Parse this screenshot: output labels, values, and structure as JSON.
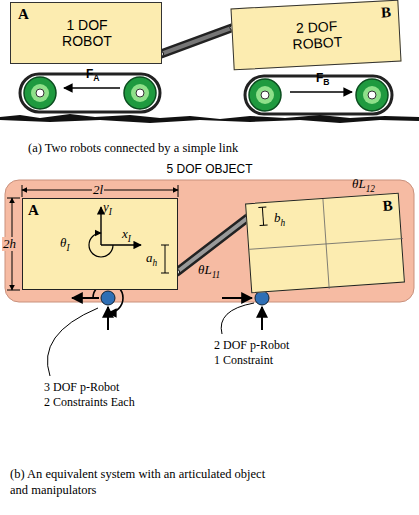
{
  "diagram": {
    "nodes": [
      {
        "text": [
          "A",
          "1 DOF ROBOT"
        ]
      },
      {
        "text": [
          "2 DOF ROBOT",
          "B"
        ]
      },
      {
        "text": [
          "5 DOF OBJECT"
        ]
      },
      {
        "text": [
          "A"
        ],
        "in": 2
      },
      {
        "text": [
          "B"
        ],
        "in": 2
      }
    ],
    "edges": [
      {
        "from": 0,
        "to": 1,
        "arrow": "none"
      },
      {
        "from": 3,
        "to": 4,
        "arrow": "none"
      }
    ],
    "labels": [
      "FA",
      "FB",
      "(a) Two robots connected by a simple link",
      "2l",
      "2h",
      "yI",
      "xI",
      "θI",
      "ah",
      "θL12",
      "θL11",
      "bh",
      "3 DOF p-Robot",
      "2 Constraints Each",
      "2 DOF p-Robot",
      "1 Constraint",
      "(b) An equivalent system with an articulated object and manipulators"
    ]
  }
}
